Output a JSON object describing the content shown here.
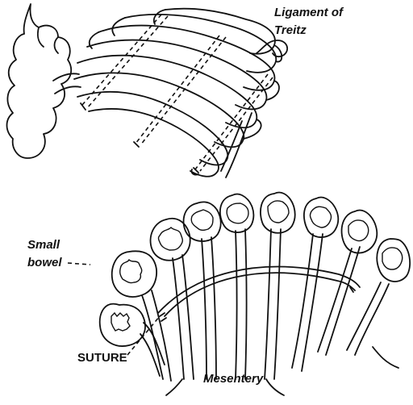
{
  "labels": {
    "ligament_line1": "Ligament of",
    "ligament_line2": "Treitz",
    "small_line1": "Small",
    "small_line2": "bowel",
    "suture": "SUTURE",
    "mesentery": "Mesentery"
  },
  "colors": {
    "ink": "#111111",
    "paper": "#ffffff"
  }
}
